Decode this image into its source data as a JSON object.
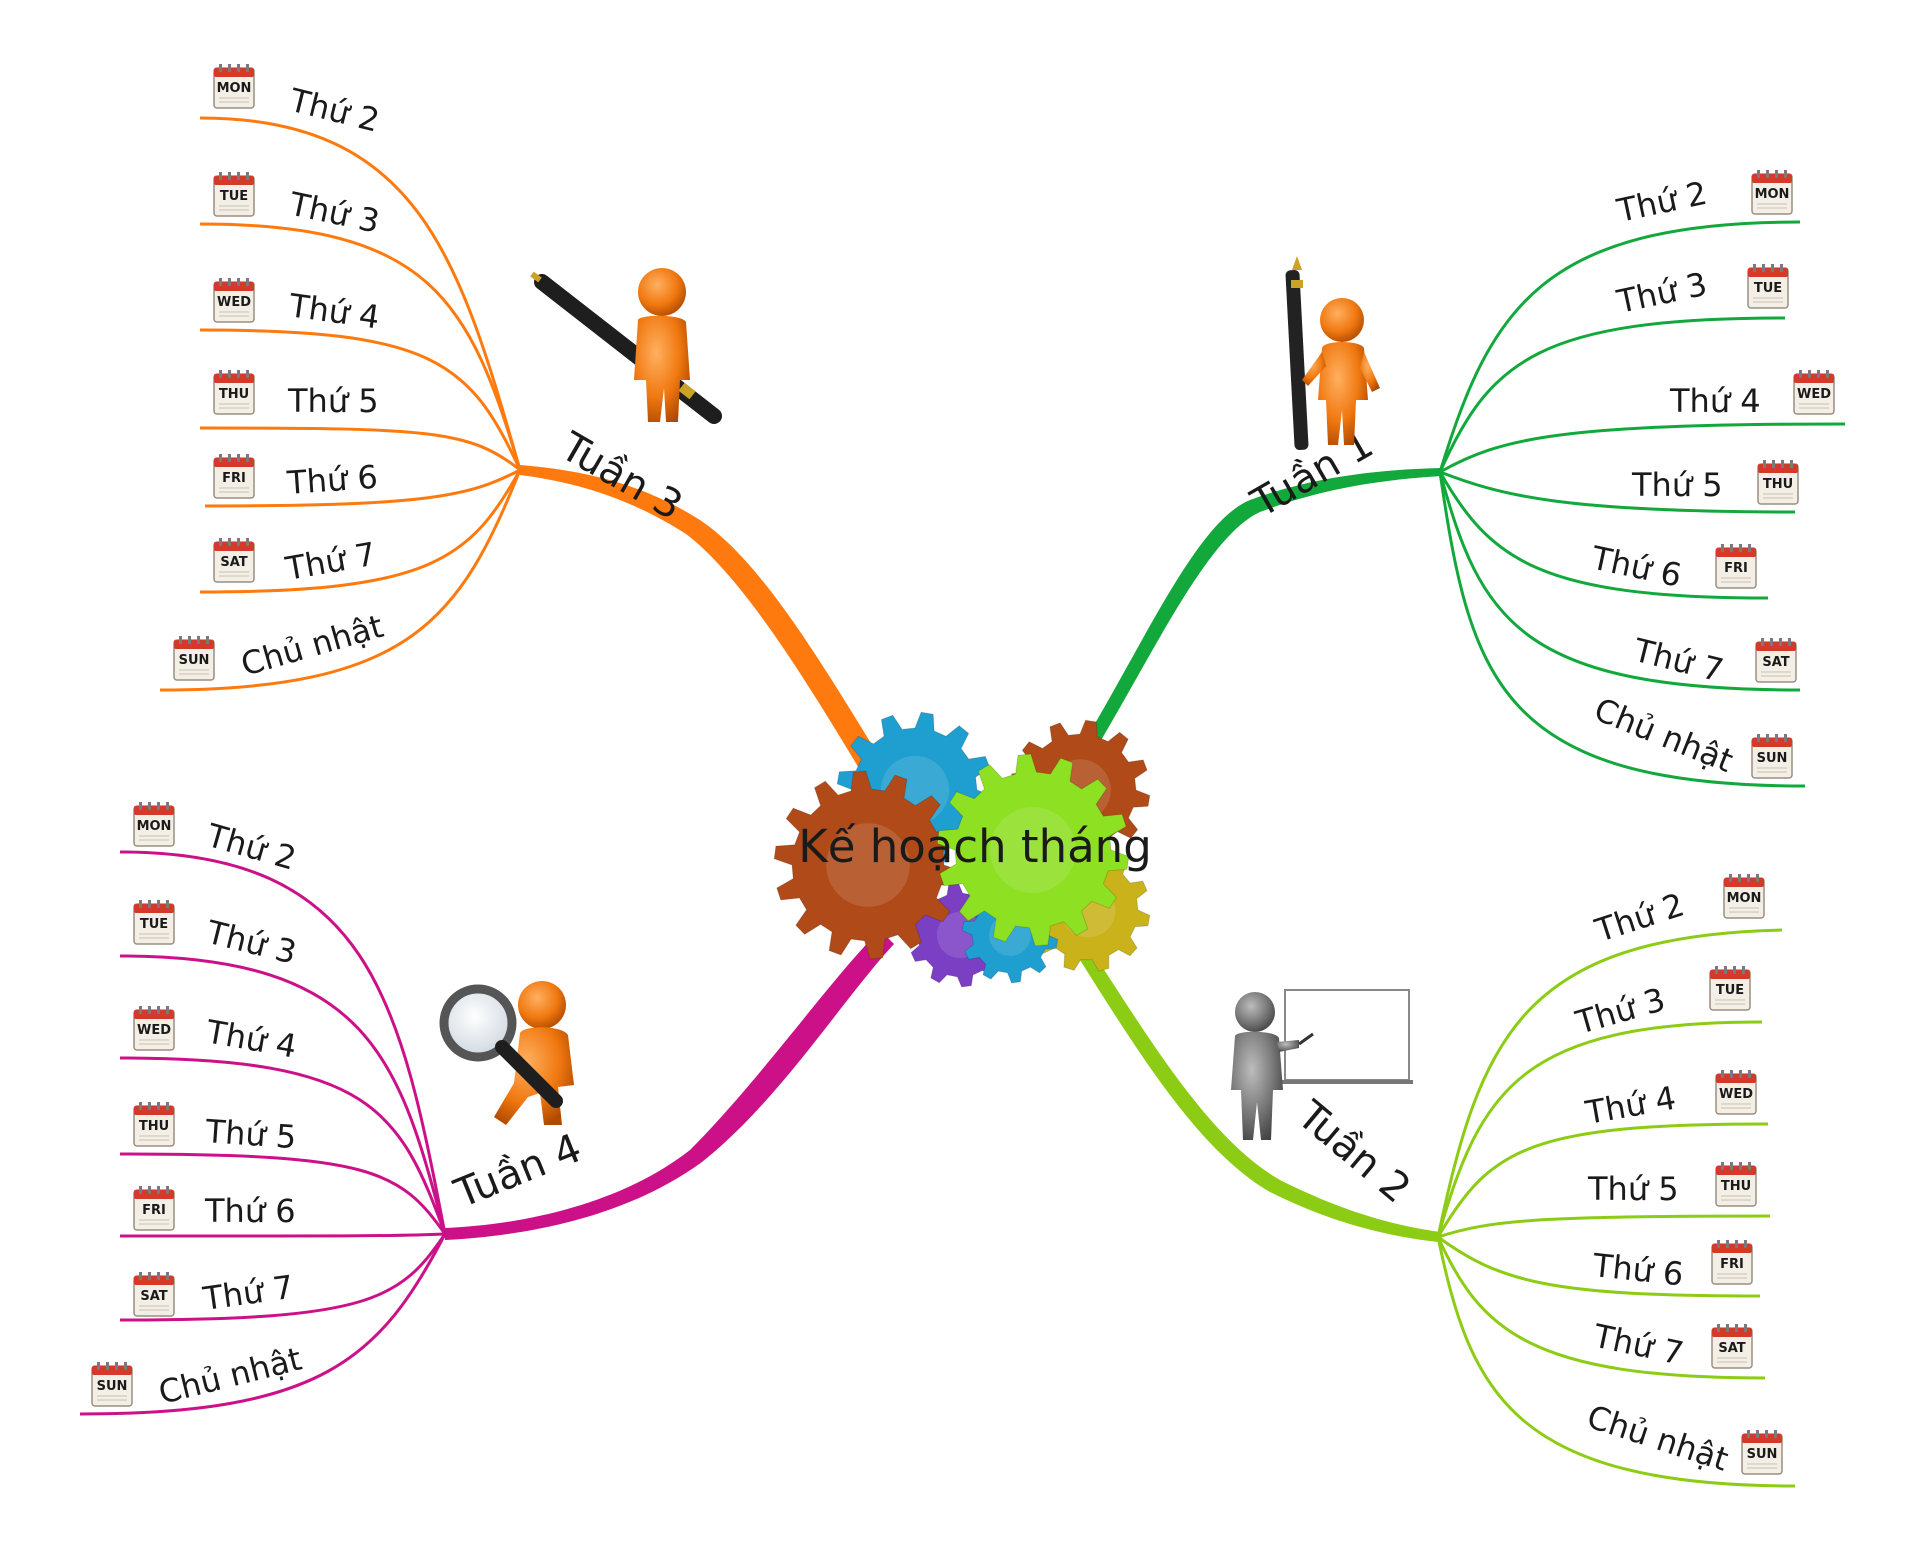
{
  "center": {
    "title": "Kế hoạch tháng"
  },
  "branches": [
    {
      "id": "w1",
      "label": "Tuần 1",
      "color": "#12a83c",
      "figure": "figure-holding-pen-icon",
      "days": [
        {
          "label": "Thứ 2",
          "icon": "MON"
        },
        {
          "label": "Thứ 3",
          "icon": "TUE"
        },
        {
          "label": "Thứ 4",
          "icon": "WED"
        },
        {
          "label": "Thứ 5",
          "icon": "THU"
        },
        {
          "label": "Thứ 6",
          "icon": "FRI"
        },
        {
          "label": "Thứ 7",
          "icon": "SAT"
        },
        {
          "label": "Chủ nhật",
          "icon": "SUN"
        }
      ]
    },
    {
      "id": "w2",
      "label": "Tuần 2",
      "color": "#8ccc14",
      "figure": "figure-at-whiteboard-icon",
      "days": [
        {
          "label": "Thứ 2",
          "icon": "MON"
        },
        {
          "label": "Thứ 3",
          "icon": "TUE"
        },
        {
          "label": "Thứ 4",
          "icon": "WED"
        },
        {
          "label": "Thứ 5",
          "icon": "THU"
        },
        {
          "label": "Thứ 6",
          "icon": "FRI"
        },
        {
          "label": "Thứ 7",
          "icon": "SAT"
        },
        {
          "label": "Chủ nhật",
          "icon": "SUN"
        }
      ]
    },
    {
      "id": "w3",
      "label": "Tuần 3",
      "color": "#ff7a0e",
      "figure": "figure-carrying-pen-icon",
      "days": [
        {
          "label": "Thứ 2",
          "icon": "MON"
        },
        {
          "label": "Thứ 3",
          "icon": "TUE"
        },
        {
          "label": "Thứ 4",
          "icon": "WED"
        },
        {
          "label": "Thứ 5",
          "icon": "THU"
        },
        {
          "label": "Thứ 6",
          "icon": "FRI"
        },
        {
          "label": "Thứ 7",
          "icon": "SAT"
        },
        {
          "label": "Chủ nhật",
          "icon": "SUN"
        }
      ]
    },
    {
      "id": "w4",
      "label": "Tuần 4",
      "color": "#cc1088",
      "figure": "figure-with-magnifier-icon",
      "days": [
        {
          "label": "Thứ 2",
          "icon": "MON"
        },
        {
          "label": "Thứ 3",
          "icon": "TUE"
        },
        {
          "label": "Thứ 4",
          "icon": "WED"
        },
        {
          "label": "Thứ 5",
          "icon": "THU"
        },
        {
          "label": "Thứ 6",
          "icon": "FRI"
        },
        {
          "label": "Thứ 7",
          "icon": "SAT"
        },
        {
          "label": "Chủ nhật",
          "icon": "SUN"
        }
      ]
    }
  ],
  "gear_colors": [
    "#1f9fd0",
    "#b04a18",
    "#8ee022",
    "#7b3fc4",
    "#c9b21a"
  ]
}
